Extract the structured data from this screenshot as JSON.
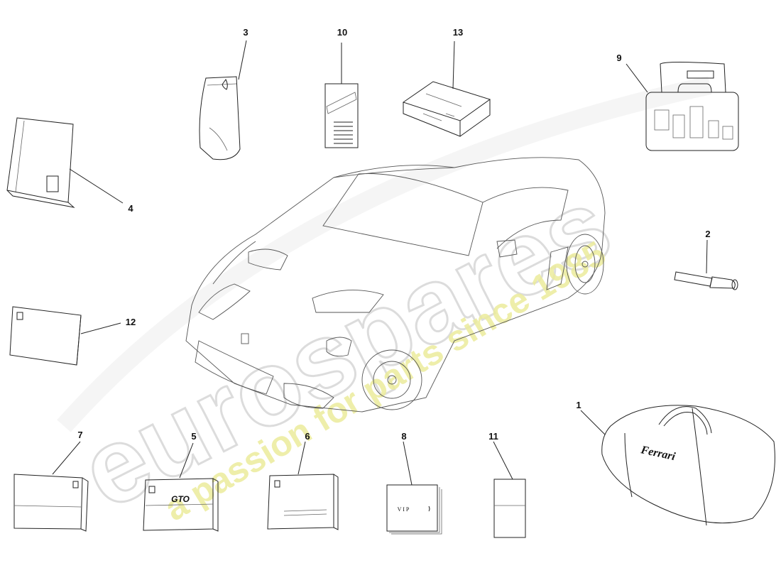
{
  "watermark": {
    "wordmark": "eurospares",
    "tagline": "a passion for parts since 1985"
  },
  "parts": [
    {
      "id": "part-1",
      "callout": "1",
      "name": "car-cover-bag"
    },
    {
      "id": "part-2",
      "callout": "2",
      "name": "flashlight"
    },
    {
      "id": "part-3",
      "callout": "3",
      "name": "document-pouch"
    },
    {
      "id": "part-4",
      "callout": "4",
      "name": "owners-folder"
    },
    {
      "id": "part-5",
      "callout": "5",
      "name": "gto-manual"
    },
    {
      "id": "part-6",
      "callout": "6",
      "name": "booklet"
    },
    {
      "id": "part-7",
      "callout": "7",
      "name": "booklet"
    },
    {
      "id": "part-8",
      "callout": "8",
      "name": "vip-card-booklet"
    },
    {
      "id": "part-9",
      "callout": "9",
      "name": "tool-case"
    },
    {
      "id": "part-10",
      "callout": "10",
      "name": "leaflet"
    },
    {
      "id": "part-11",
      "callout": "11",
      "name": "folded-leaflet"
    },
    {
      "id": "part-12",
      "callout": "12",
      "name": "booklet"
    },
    {
      "id": "part-13",
      "callout": "13",
      "name": "boxed-book"
    }
  ],
  "labels": {
    "gto_logo": "GTO",
    "vip": "V I P",
    "bag_brand": "Ferrari"
  },
  "colors": {
    "line": "#222222",
    "watermark_gray": "#dcdcdc",
    "watermark_yellow": "#ecec9c"
  }
}
